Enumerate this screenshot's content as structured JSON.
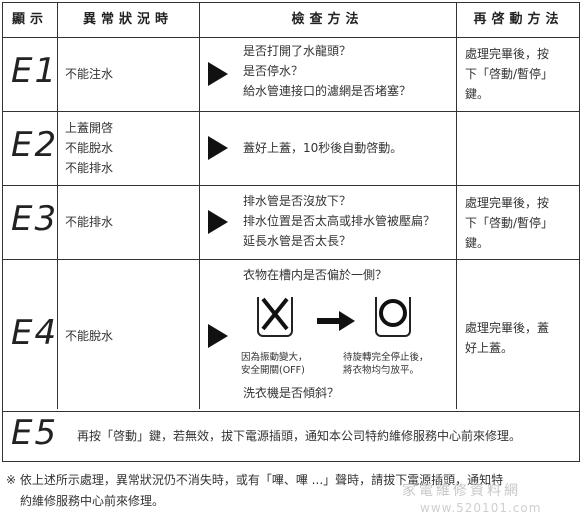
{
  "headers": {
    "display": "顯示",
    "condition": "異常狀況時",
    "check": "檢查方法",
    "restart": "再啓動方法"
  },
  "rows": [
    {
      "code": "E1",
      "condition": [
        "不能注水"
      ],
      "checks": [
        "是否打開了水龍頭？",
        "是否停水？",
        "給水管連接口的濾網是否堵塞？"
      ],
      "restart": [
        "處理完畢後，按",
        "下「啓動/暫停」",
        "鍵。"
      ]
    },
    {
      "code": "E2",
      "condition": [
        "上蓋開啓",
        "不能脫水",
        "不能排水"
      ],
      "checks": [
        "蓋好上蓋，10秒後自動啓動。"
      ],
      "restart": []
    },
    {
      "code": "E3",
      "condition": [
        "不能排水"
      ],
      "checks": [
        "排水管是否沒放下？",
        "排水位置是否太高或排水管被壓扁？",
        "延長水管是否太長？"
      ],
      "restart": [
        "處理完畢後，按",
        "下「啓動/暫停」",
        "鍵。"
      ]
    },
    {
      "code": "E4",
      "condition": [
        "不能脫水"
      ],
      "checks_top": "衣物在槽内是否偏於一側？",
      "figure": {
        "left_caption": [
          "因為振動變大，",
          "安全開關(OFF)"
        ],
        "right_caption": [
          "待旋轉完全停止後，",
          "將衣物均勻放平。"
        ]
      },
      "checks_bottom": "洗衣機是否傾斜？",
      "restart": [
        "處理完畢後，蓋",
        "好上蓋。"
      ]
    },
    {
      "code": "E5",
      "message": "再按「啓動」鍵，若無效，拔下電源插頭，通知本公司特約維修服務中心前來修理。"
    }
  ],
  "footer": {
    "line1": "※ 依上述所示處理，異常狀況仍不消失時，或有「嗶、嗶 ...」聲時，請拔下電源插頭，通知特",
    "line2": "約維修服務中心前來修理。"
  },
  "watermark": {
    "line1": "家電維修資料網",
    "line2": "www.520101.com"
  }
}
